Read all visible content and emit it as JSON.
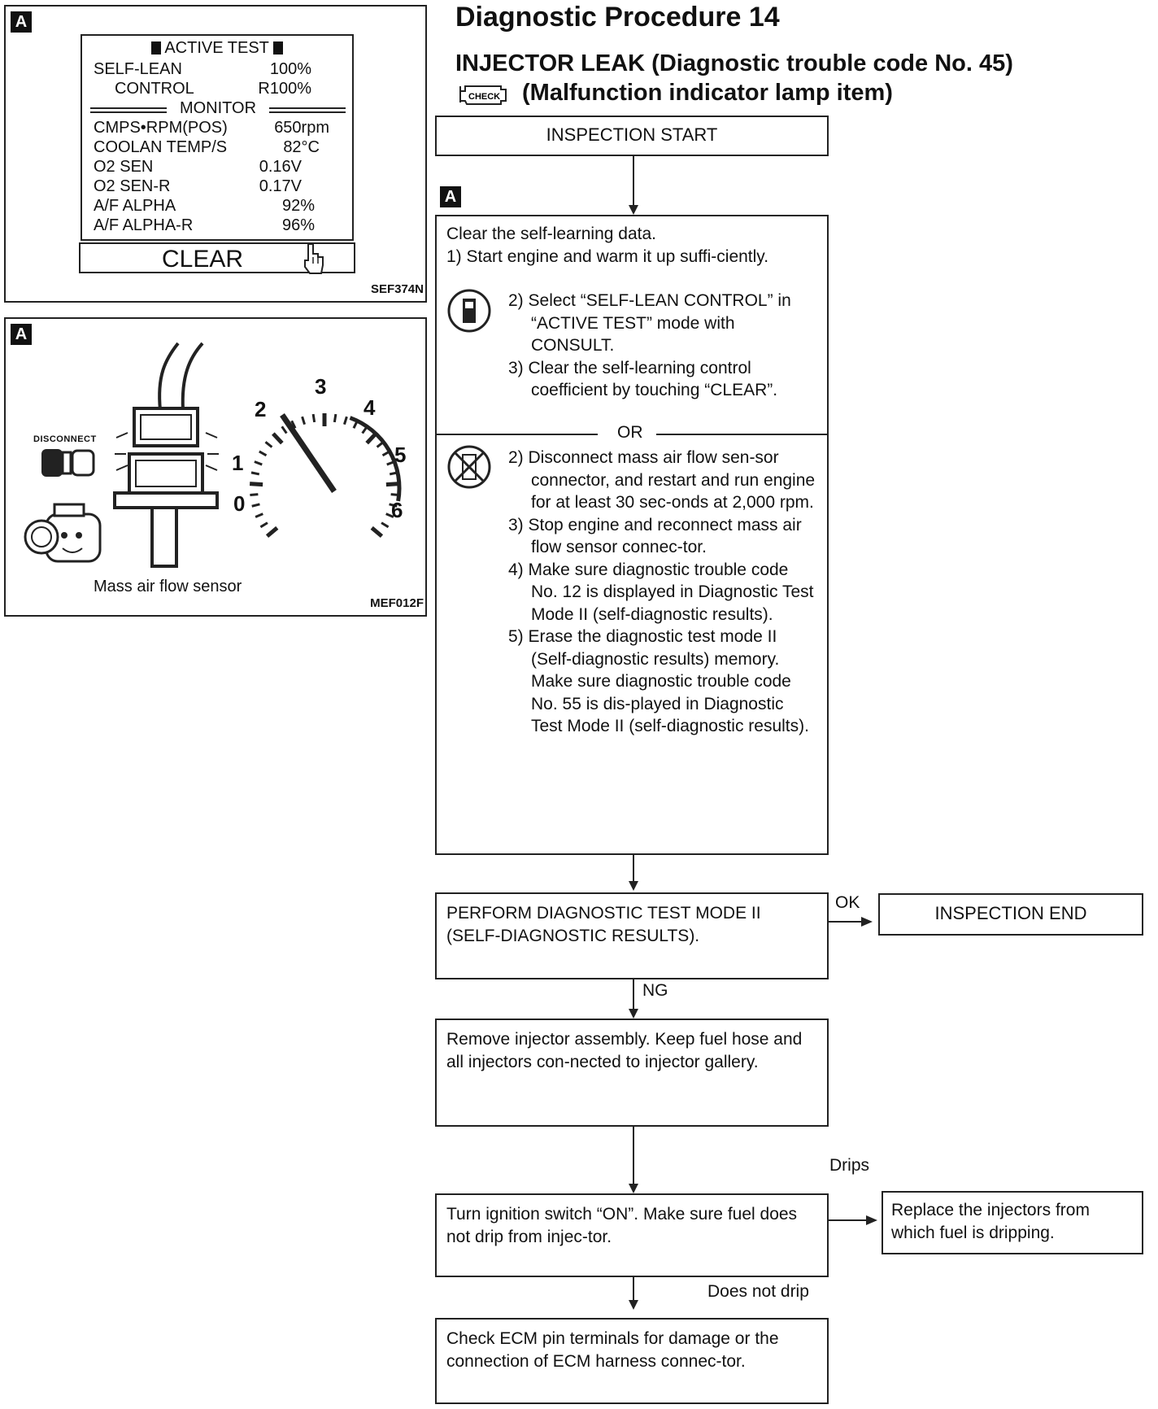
{
  "figure1": {
    "tag": "A",
    "screen_title": "ACTIVE TEST",
    "rows": [
      {
        "label": "SELF-LEAN",
        "value": "100%"
      },
      {
        "label": "CONTROL",
        "value": "R100%"
      },
      {
        "label": "CMPS•RPM(POS)",
        "value": "650rpm"
      },
      {
        "label": "COOLAN TEMP/S",
        "value": "82°C"
      },
      {
        "label": "O2 SEN",
        "value": "0.16V"
      },
      {
        "label": "O2 SEN-R",
        "value": "0.17V"
      },
      {
        "label": "A/F ALPHA",
        "value": "92%"
      },
      {
        "label": "A/F ALPHA-R",
        "value": "96%"
      }
    ],
    "monitor_label": "MONITOR",
    "clear_button": "CLEAR",
    "code": "SEF374N"
  },
  "figure2": {
    "tag": "A",
    "disconnect_label": "DISCONNECT",
    "gauge_numbers": [
      "0",
      "1",
      "2",
      "3",
      "4",
      "5",
      "6"
    ],
    "caption": "Mass air flow sensor",
    "code": "MEF012F"
  },
  "header": {
    "title": "Diagnostic Procedure 14",
    "subtitle": "INJECTOR LEAK (Diagnostic trouble code No. 45)",
    "subtitle2": "(Malfunction indicator lamp item)",
    "check_icon_text": "CHECK"
  },
  "flow": {
    "start": "INSPECTION START",
    "tag": "A",
    "clear_box": {
      "line0": "Clear the self-learning data.",
      "line1": "1) Start engine and warm it up suffi-ciently.",
      "consult_steps": [
        "2) Select “SELF-LEAN CONTROL” in “ACTIVE TEST” mode with CONSULT.",
        "3) Clear the self-learning control coefficient by touching “CLEAR”."
      ],
      "or": "OR",
      "alt_steps": [
        "2) Disconnect mass air flow sen-sor connector, and restart and run engine for at least 30 sec-onds at 2,000 rpm.",
        "3) Stop engine and reconnect mass air flow sensor connec-tor.",
        "4) Make sure diagnostic trouble code No. 12 is displayed in Diagnostic Test Mode II (self-diagnostic results).",
        "5) Erase the diagnostic test mode II (Self-diagnostic results) memory. Make sure diagnostic trouble code No. 55 is dis-played in Diagnostic Test Mode II (self-diagnostic results)."
      ]
    },
    "perform": "PERFORM DIAGNOSTIC TEST MODE II (SELF-DIAGNOSTIC RESULTS).",
    "ok": "OK",
    "end": "INSPECTION END",
    "ng": "NG",
    "remove": "Remove injector assembly. Keep fuel hose and all injectors con-nected to injector gallery.",
    "turn": "Turn ignition switch “ON”. Make sure fuel does not drip from injec-tor.",
    "drips": "Drips",
    "replace": "Replace the injectors from which fuel is dripping.",
    "not_drip": "Does not drip",
    "check_ecm": "Check ECM pin terminals for damage or the connection of ECM harness connec-tor."
  }
}
